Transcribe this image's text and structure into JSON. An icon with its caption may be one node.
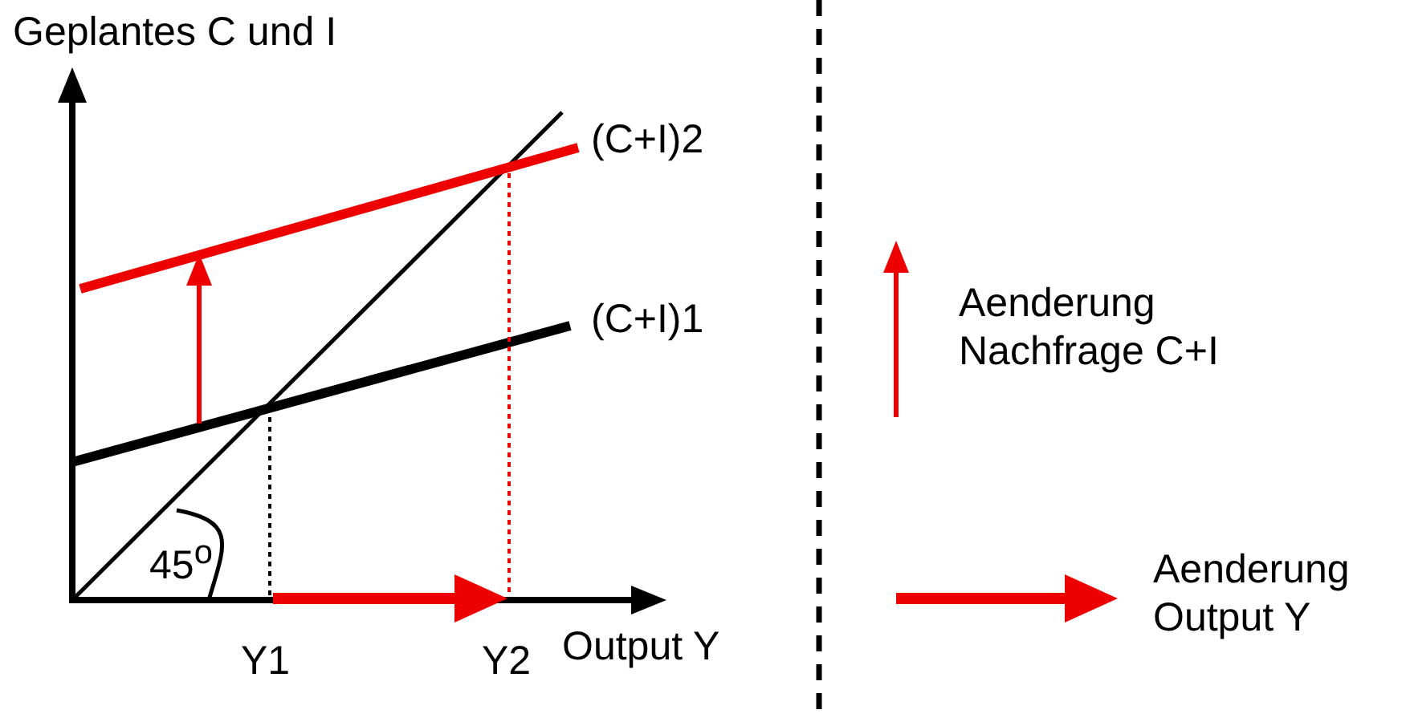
{
  "diagram": {
    "labels": [
      "Geplantes C und I",
      "(C+I)2",
      "(C+I)1",
      "45$^{o}$",
      "Y1",
      "Y2",
      "Output Y"
    ],
    "legend": [
      {
        "text": "Aenderung Nachfrage C+I"
      },
      {
        "text": "Aenderung Output Y"
      }
    ]
  }
}
